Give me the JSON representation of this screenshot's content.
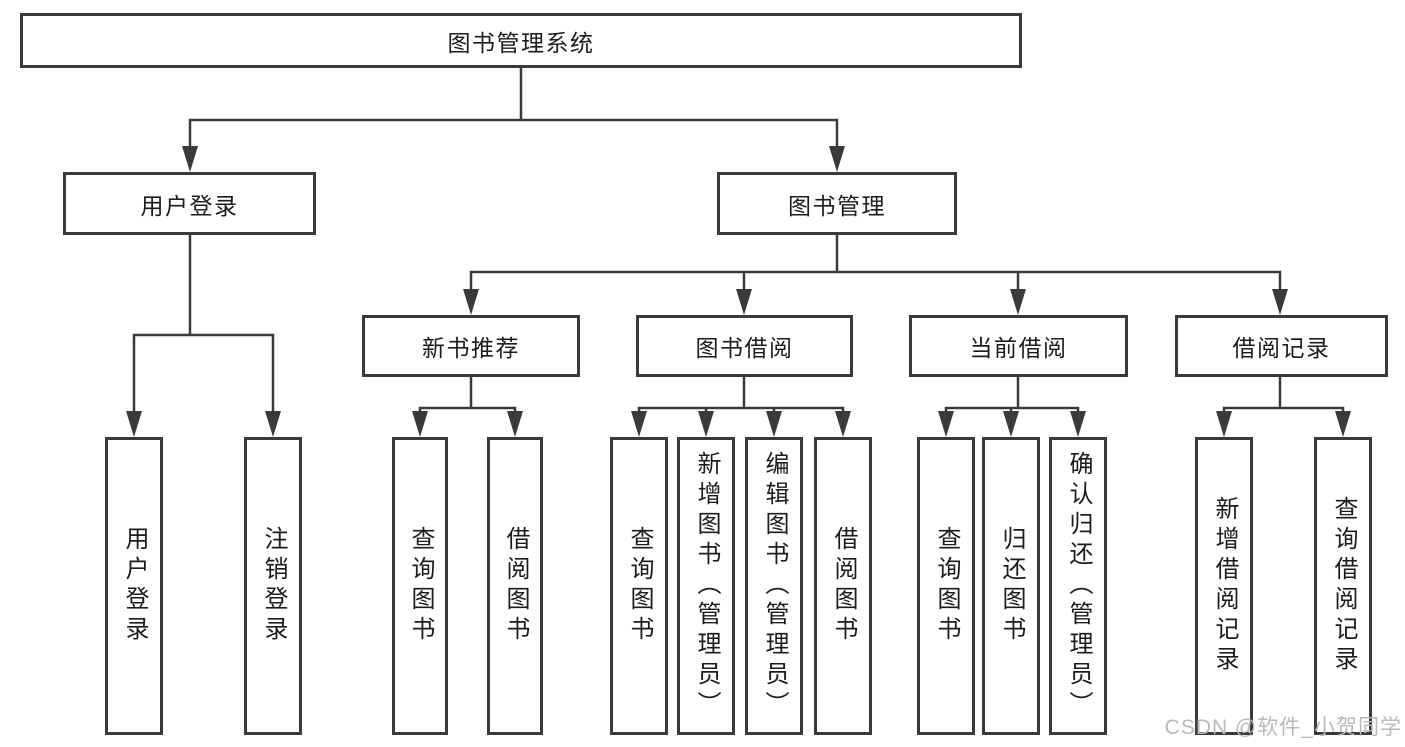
{
  "diagram": {
    "root": {
      "label": "图书管理系统"
    },
    "branches": [
      {
        "label": "用户登录",
        "leaves": [
          {
            "label": "用户登录"
          },
          {
            "label": "注销登录"
          }
        ]
      },
      {
        "label": "图书管理",
        "groups": [
          {
            "label": "新书推荐",
            "leaves": [
              {
                "label": "查询图书"
              },
              {
                "label": "借阅图书"
              }
            ]
          },
          {
            "label": "图书借阅",
            "leaves": [
              {
                "label": "查询图书"
              },
              {
                "label": "新增图书（管理员）"
              },
              {
                "label": "编辑图书（管理员）"
              },
              {
                "label": "借阅图书"
              }
            ]
          },
          {
            "label": "当前借阅",
            "leaves": [
              {
                "label": "查询图书"
              },
              {
                "label": "归还图书"
              },
              {
                "label": "确认归还（管理员）"
              }
            ]
          },
          {
            "label": "借阅记录",
            "leaves": [
              {
                "label": "新增借阅记录"
              },
              {
                "label": "查询借阅记录"
              }
            ]
          }
        ]
      }
    ]
  },
  "watermark": {
    "text": "CSDN @软件_小贺同学"
  },
  "colors": {
    "line": "#3a3a3a",
    "text": "#1c1c1c",
    "watermark_text": "#b9b9b9",
    "background": "#ffffff"
  }
}
